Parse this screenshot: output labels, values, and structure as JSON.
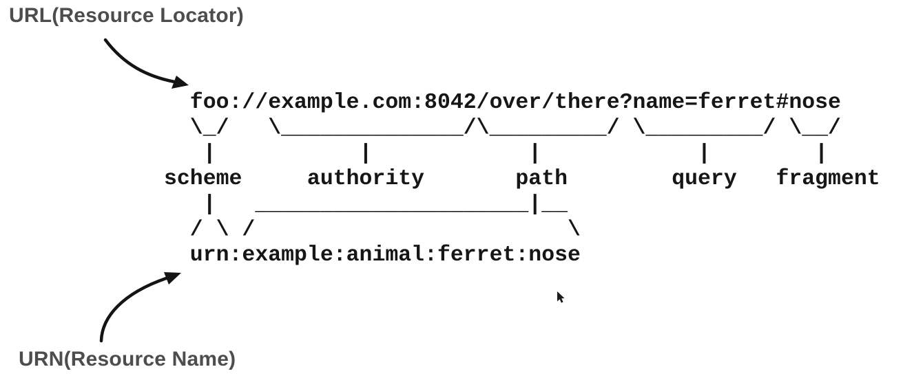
{
  "page": {
    "background": "#ffffff"
  },
  "labels": {
    "url": "URL(Resource Locator)",
    "urn": "URN(Resource Name)"
  },
  "diagram": {
    "uri_example": "foo://example.com:8042/over/there?name=ferret#nose",
    "urn_example": "urn:example:animal:ferret:nose",
    "part_names": [
      "scheme",
      "authority",
      "path",
      "query",
      "fragment"
    ],
    "ascii_lines": [
      "  foo://example.com:8042/over/there?name=ferret#nose",
      "  \\_/   \\______________/\\_________/ \\_________/ \\__/",
      "   |           |            |            |        |",
      "scheme     authority       path        query   fragment",
      "   |   _____________________|__",
      "  / \\ /                        \\",
      "  urn:example:animal:ferret:nose"
    ]
  },
  "icons": {
    "url_arrow": "hand-drawn-curved-arrow-down-right",
    "urn_arrow": "hand-drawn-curved-arrow-up-right",
    "cursor": "mouse-pointer"
  },
  "colors": {
    "label_text": "#4d4d4d",
    "diagram_text": "#161616",
    "arrow": "#141414"
  }
}
